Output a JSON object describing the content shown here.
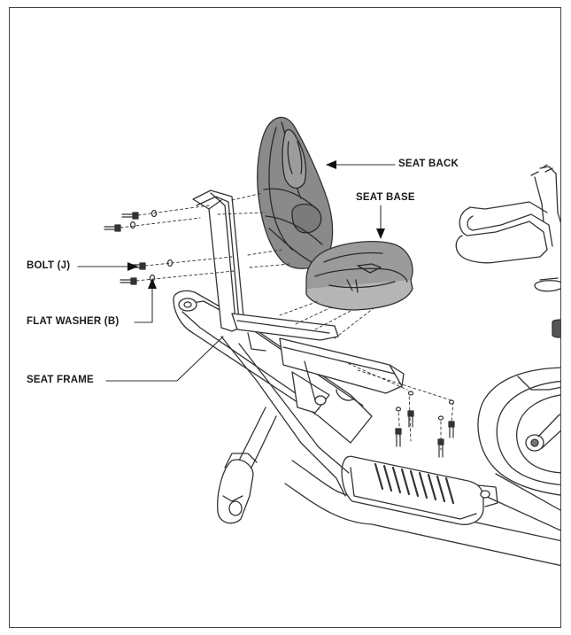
{
  "labels": {
    "seat_back": "SEAT BACK",
    "seat_base": "SEAT BASE",
    "bolt": "BOLT (J)",
    "flat_washer": "FLAT WASHER (B)",
    "seat_frame": "SEAT FRAME"
  },
  "colors": {
    "line": "#333333",
    "seat_fill": "#8a8a8a",
    "seat_base_fill": "#9b9b9b",
    "frame_fill": "#ffffff"
  }
}
